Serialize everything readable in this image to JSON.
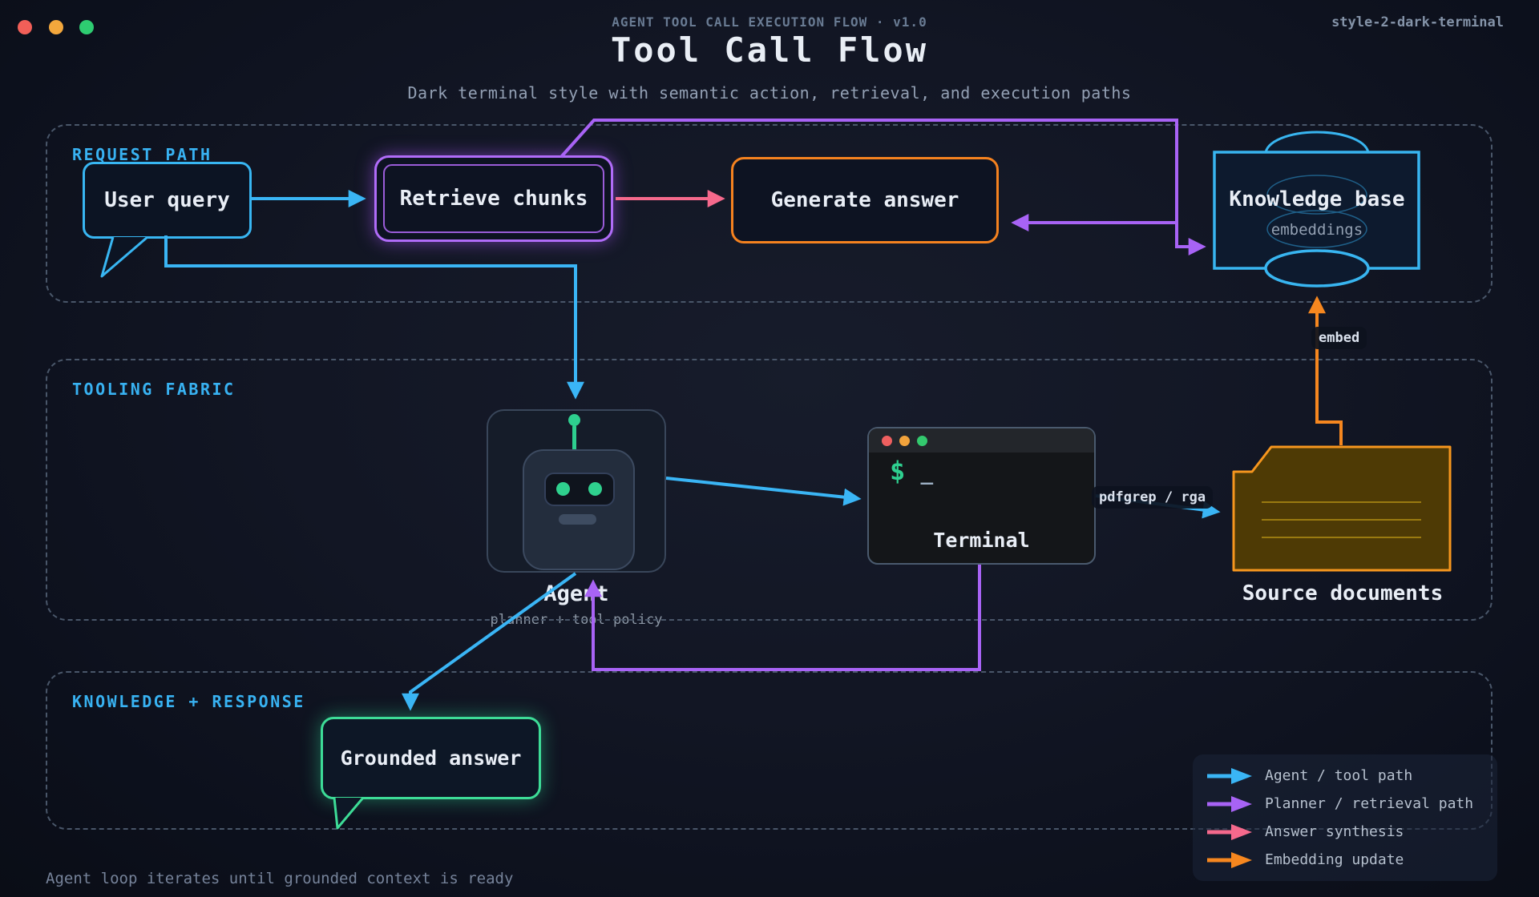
{
  "window": {
    "eyebrow": "AGENT TOOL CALL EXECUTION FLOW · v1.0",
    "style_tag": "style-2-dark-terminal",
    "traffic_lights": [
      "#f25f58",
      "#f3a73c",
      "#2ecc71"
    ]
  },
  "header": {
    "title": "Tool Call Flow",
    "subtitle": "Dark terminal style with semantic action, retrieval, and execution paths"
  },
  "sections": {
    "request_path": "REQUEST PATH",
    "tooling_fabric": "TOOLING FABRIC",
    "knowledge_response": "KNOWLEDGE + RESPONSE"
  },
  "nodes": {
    "user_query": {
      "label": "User query"
    },
    "retrieve_chunks": {
      "label": "Retrieve chunks"
    },
    "generate_answer": {
      "label": "Generate answer"
    },
    "knowledge_base": {
      "label": "Knowledge base",
      "sublabel": "embeddings"
    },
    "agent": {
      "label": "Agent",
      "sublabel": "planner + tool policy"
    },
    "terminal": {
      "label": "Terminal",
      "prompt": "$",
      "cursor": "_",
      "dots": [
        "#ee5f5f",
        "#f2a33c",
        "#33c96e"
      ]
    },
    "source_documents": {
      "label": "Source documents"
    },
    "grounded_answer": {
      "label": "Grounded answer"
    }
  },
  "edge_labels": {
    "embed": "embed",
    "grep": "pdfgrep / rga"
  },
  "legend": {
    "items": [
      {
        "label": "Agent / tool path",
        "color": "#3ab5f5"
      },
      {
        "label": "Planner / retrieval path",
        "color": "#a863f5"
      },
      {
        "label": "Answer synthesis",
        "color": "#f5698c"
      },
      {
        "label": "Embedding update",
        "color": "#f6871f"
      }
    ]
  },
  "footer": {
    "note": "Agent loop iterates until grounded context is ready"
  },
  "colors": {
    "agent_tool_path": "#3ab5f5",
    "planner_retrieval_path": "#a863f5",
    "answer_synthesis": "#f5698c",
    "embedding_update": "#f6871f",
    "cyan_node_border": "#38b6f2",
    "purple_node_border": "#b06cf8",
    "orange_node_border": "#f5821f",
    "green_node_border": "#3ddc97",
    "section_label": "#38b2f2"
  }
}
